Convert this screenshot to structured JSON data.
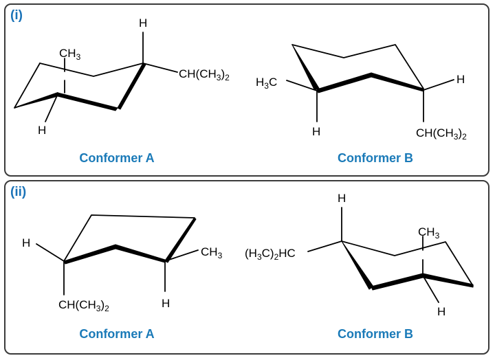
{
  "panels": [
    {
      "label": "(i)",
      "conformers": [
        {
          "label": "Conformer A",
          "substituents": {
            "axial_up": "H",
            "top_left": "CH3",
            "right": "CH(CH3)2",
            "bottom_left": "H"
          }
        },
        {
          "label": "Conformer B",
          "substituents": {
            "left": "H3C",
            "left_down": "H",
            "right": "H",
            "right_down": "CH(CH3)2"
          }
        }
      ]
    },
    {
      "label": "(ii)",
      "conformers": [
        {
          "label": "Conformer A",
          "substituents": {
            "left": "H",
            "left_down": "CH(CH3)2",
            "right": "CH3",
            "right_down": "H"
          }
        },
        {
          "label": "Conformer B",
          "substituents": {
            "axial_up": "H",
            "left": "(H3C)2HC",
            "top_right": "CH3",
            "bottom_right": "H"
          }
        }
      ]
    }
  ]
}
